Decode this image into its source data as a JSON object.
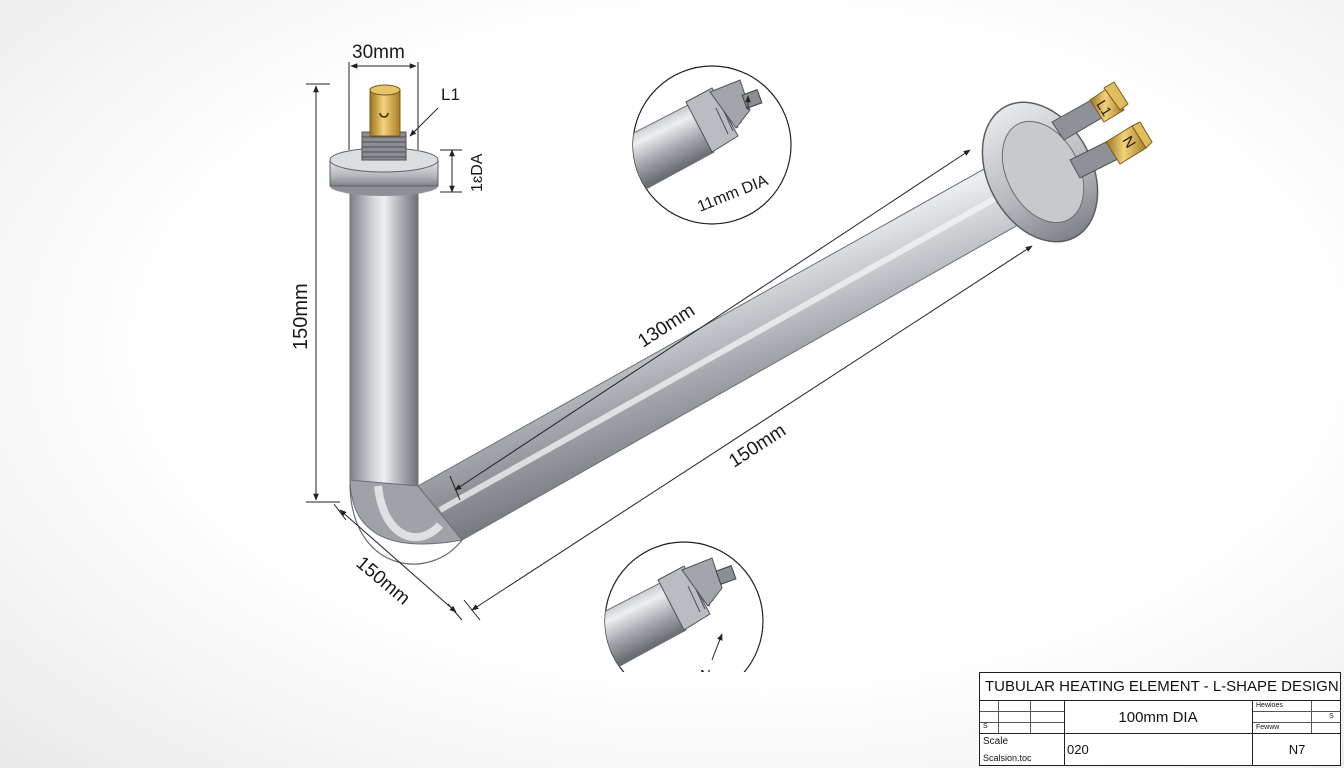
{
  "drawing": {
    "top_width_label": "30mm",
    "terminal_top_label": "L1",
    "flange_dia_label": "1ɛDA",
    "vertical_length_label": "150mm",
    "diag_inner_label": "130mm",
    "diag_outer_label": "150mm",
    "bottom_length_label": "150mm",
    "detail_top_label": "11mm DIA",
    "detail_bottom_label": "N",
    "terminal_l1_label": "L1",
    "terminal_n_label": "N"
  },
  "title_block": {
    "title": "TUBULAR HEATING ELEMENT - L-SHAPE DESIGN",
    "dia": "100mm DIA",
    "header_small_1": "Hewioes",
    "header_small_2": "Fewww",
    "small_s_left": "S",
    "small_s_right": "S",
    "scale_label": "Scale",
    "scale_sub": "Scalsion.toc",
    "number": "020",
    "code": "N7"
  },
  "colors": {
    "tube_dark": "#7d8186",
    "tube_light": "#e6e8ea",
    "brass": "#c89a3a",
    "line": "#222222"
  }
}
